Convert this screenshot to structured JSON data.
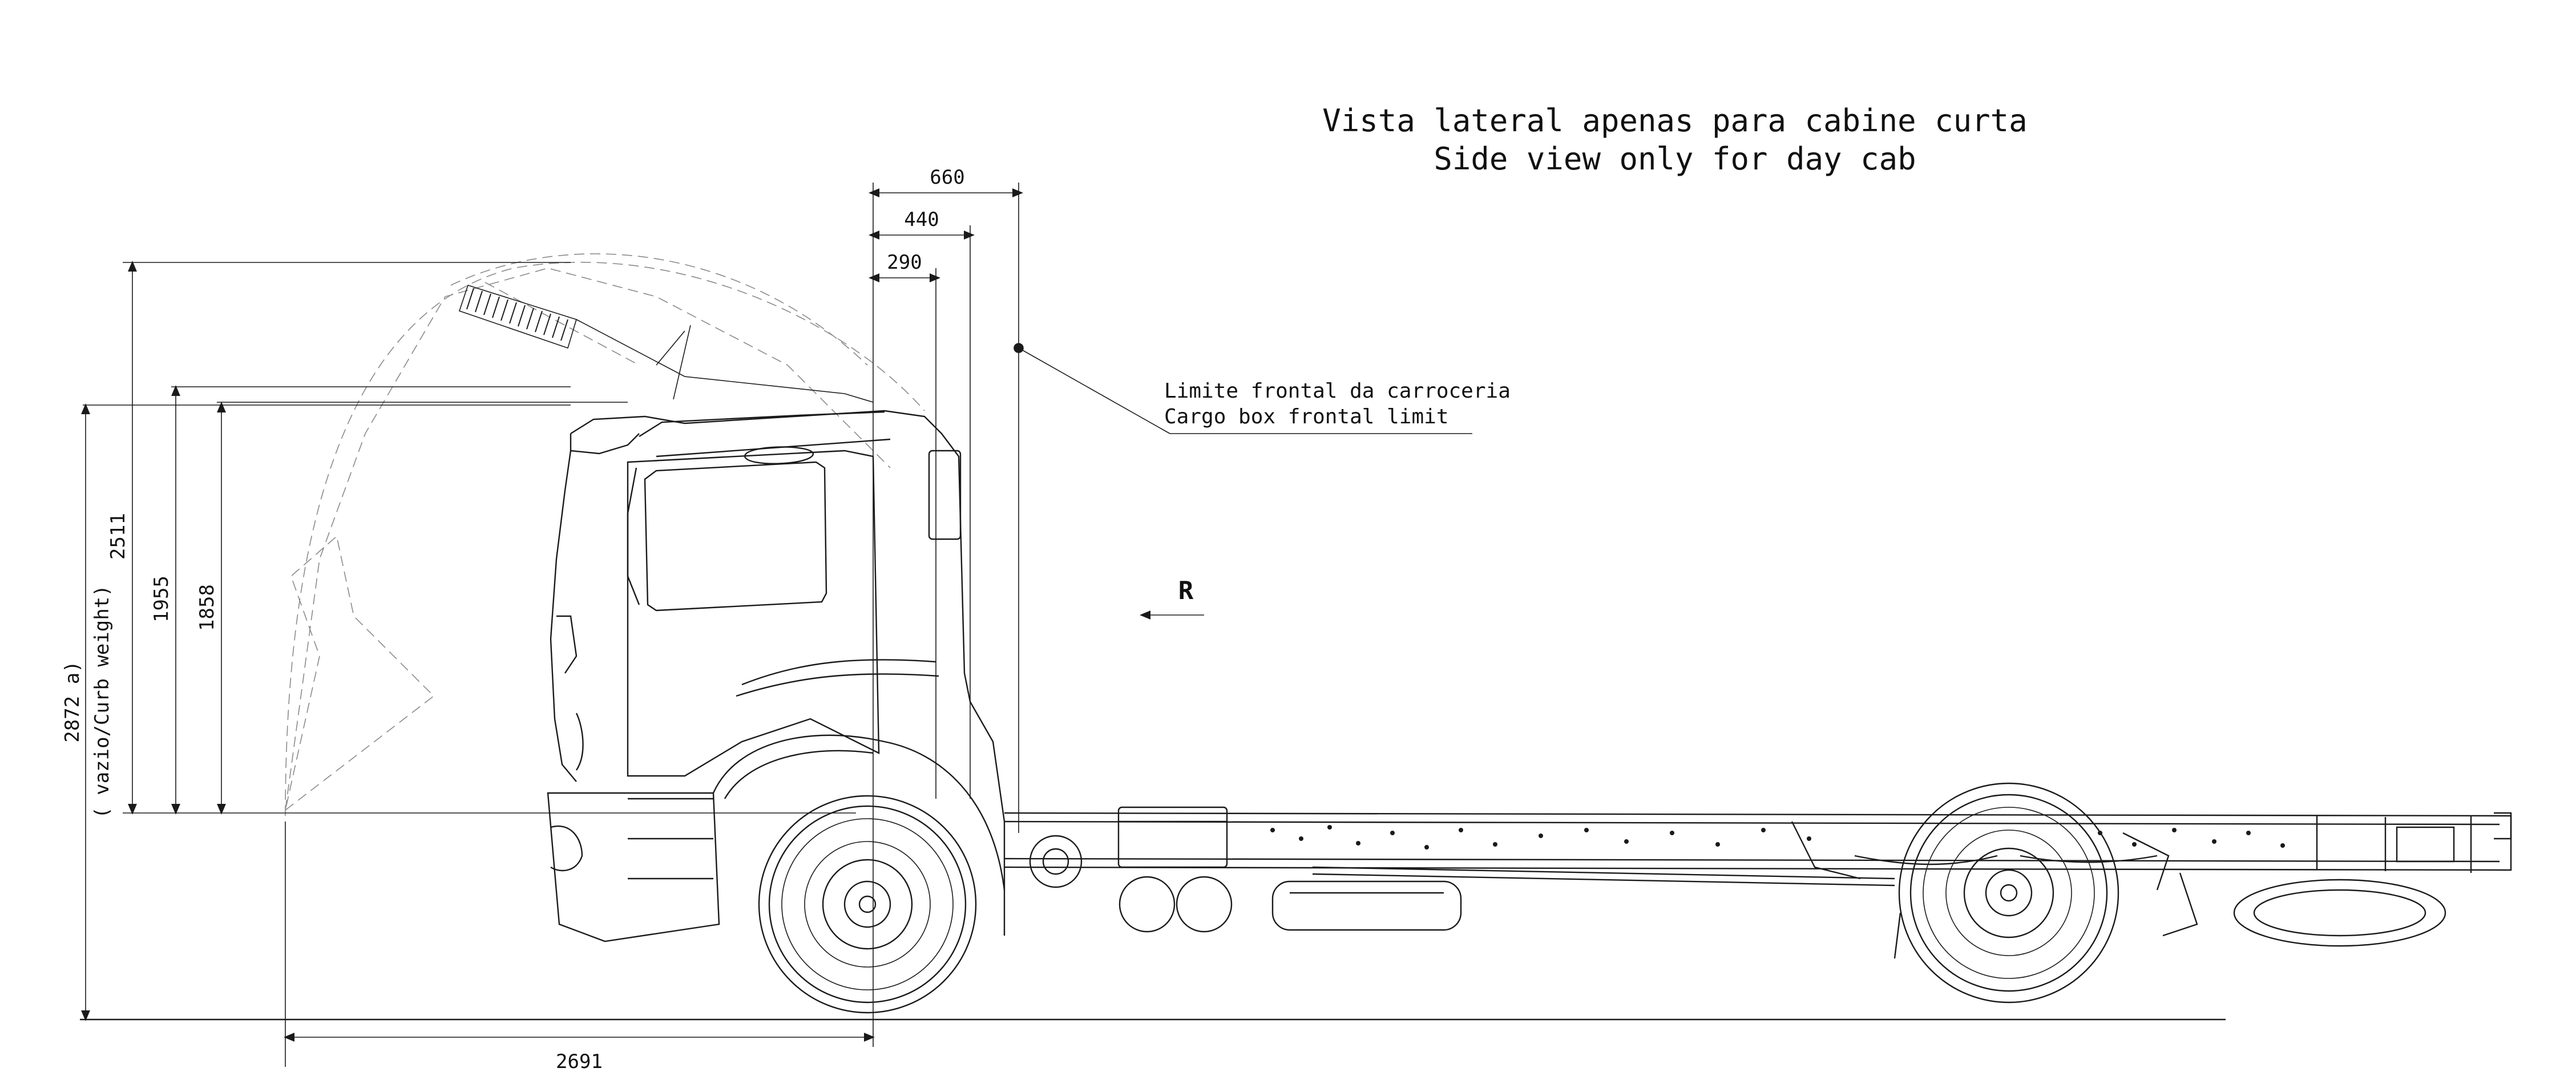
{
  "title": {
    "line1": "Vista lateral apenas para cabine curta",
    "line2": "Side view only for day cab"
  },
  "notes": {
    "frontal_limit_pt": "Limite frontal da carroceria",
    "frontal_limit_en": "Cargo box frontal limit"
  },
  "view_marker": {
    "label": "R"
  },
  "dimensions": {
    "top_660": "660",
    "top_440": "440",
    "top_290": "290",
    "height_2511": "2511",
    "height_1955": "1955",
    "height_1858": "1858",
    "height_2872_line1": "2872 a)",
    "height_2872_line2": "( vazio/Curb weight)",
    "bottom_2691": "2691"
  }
}
